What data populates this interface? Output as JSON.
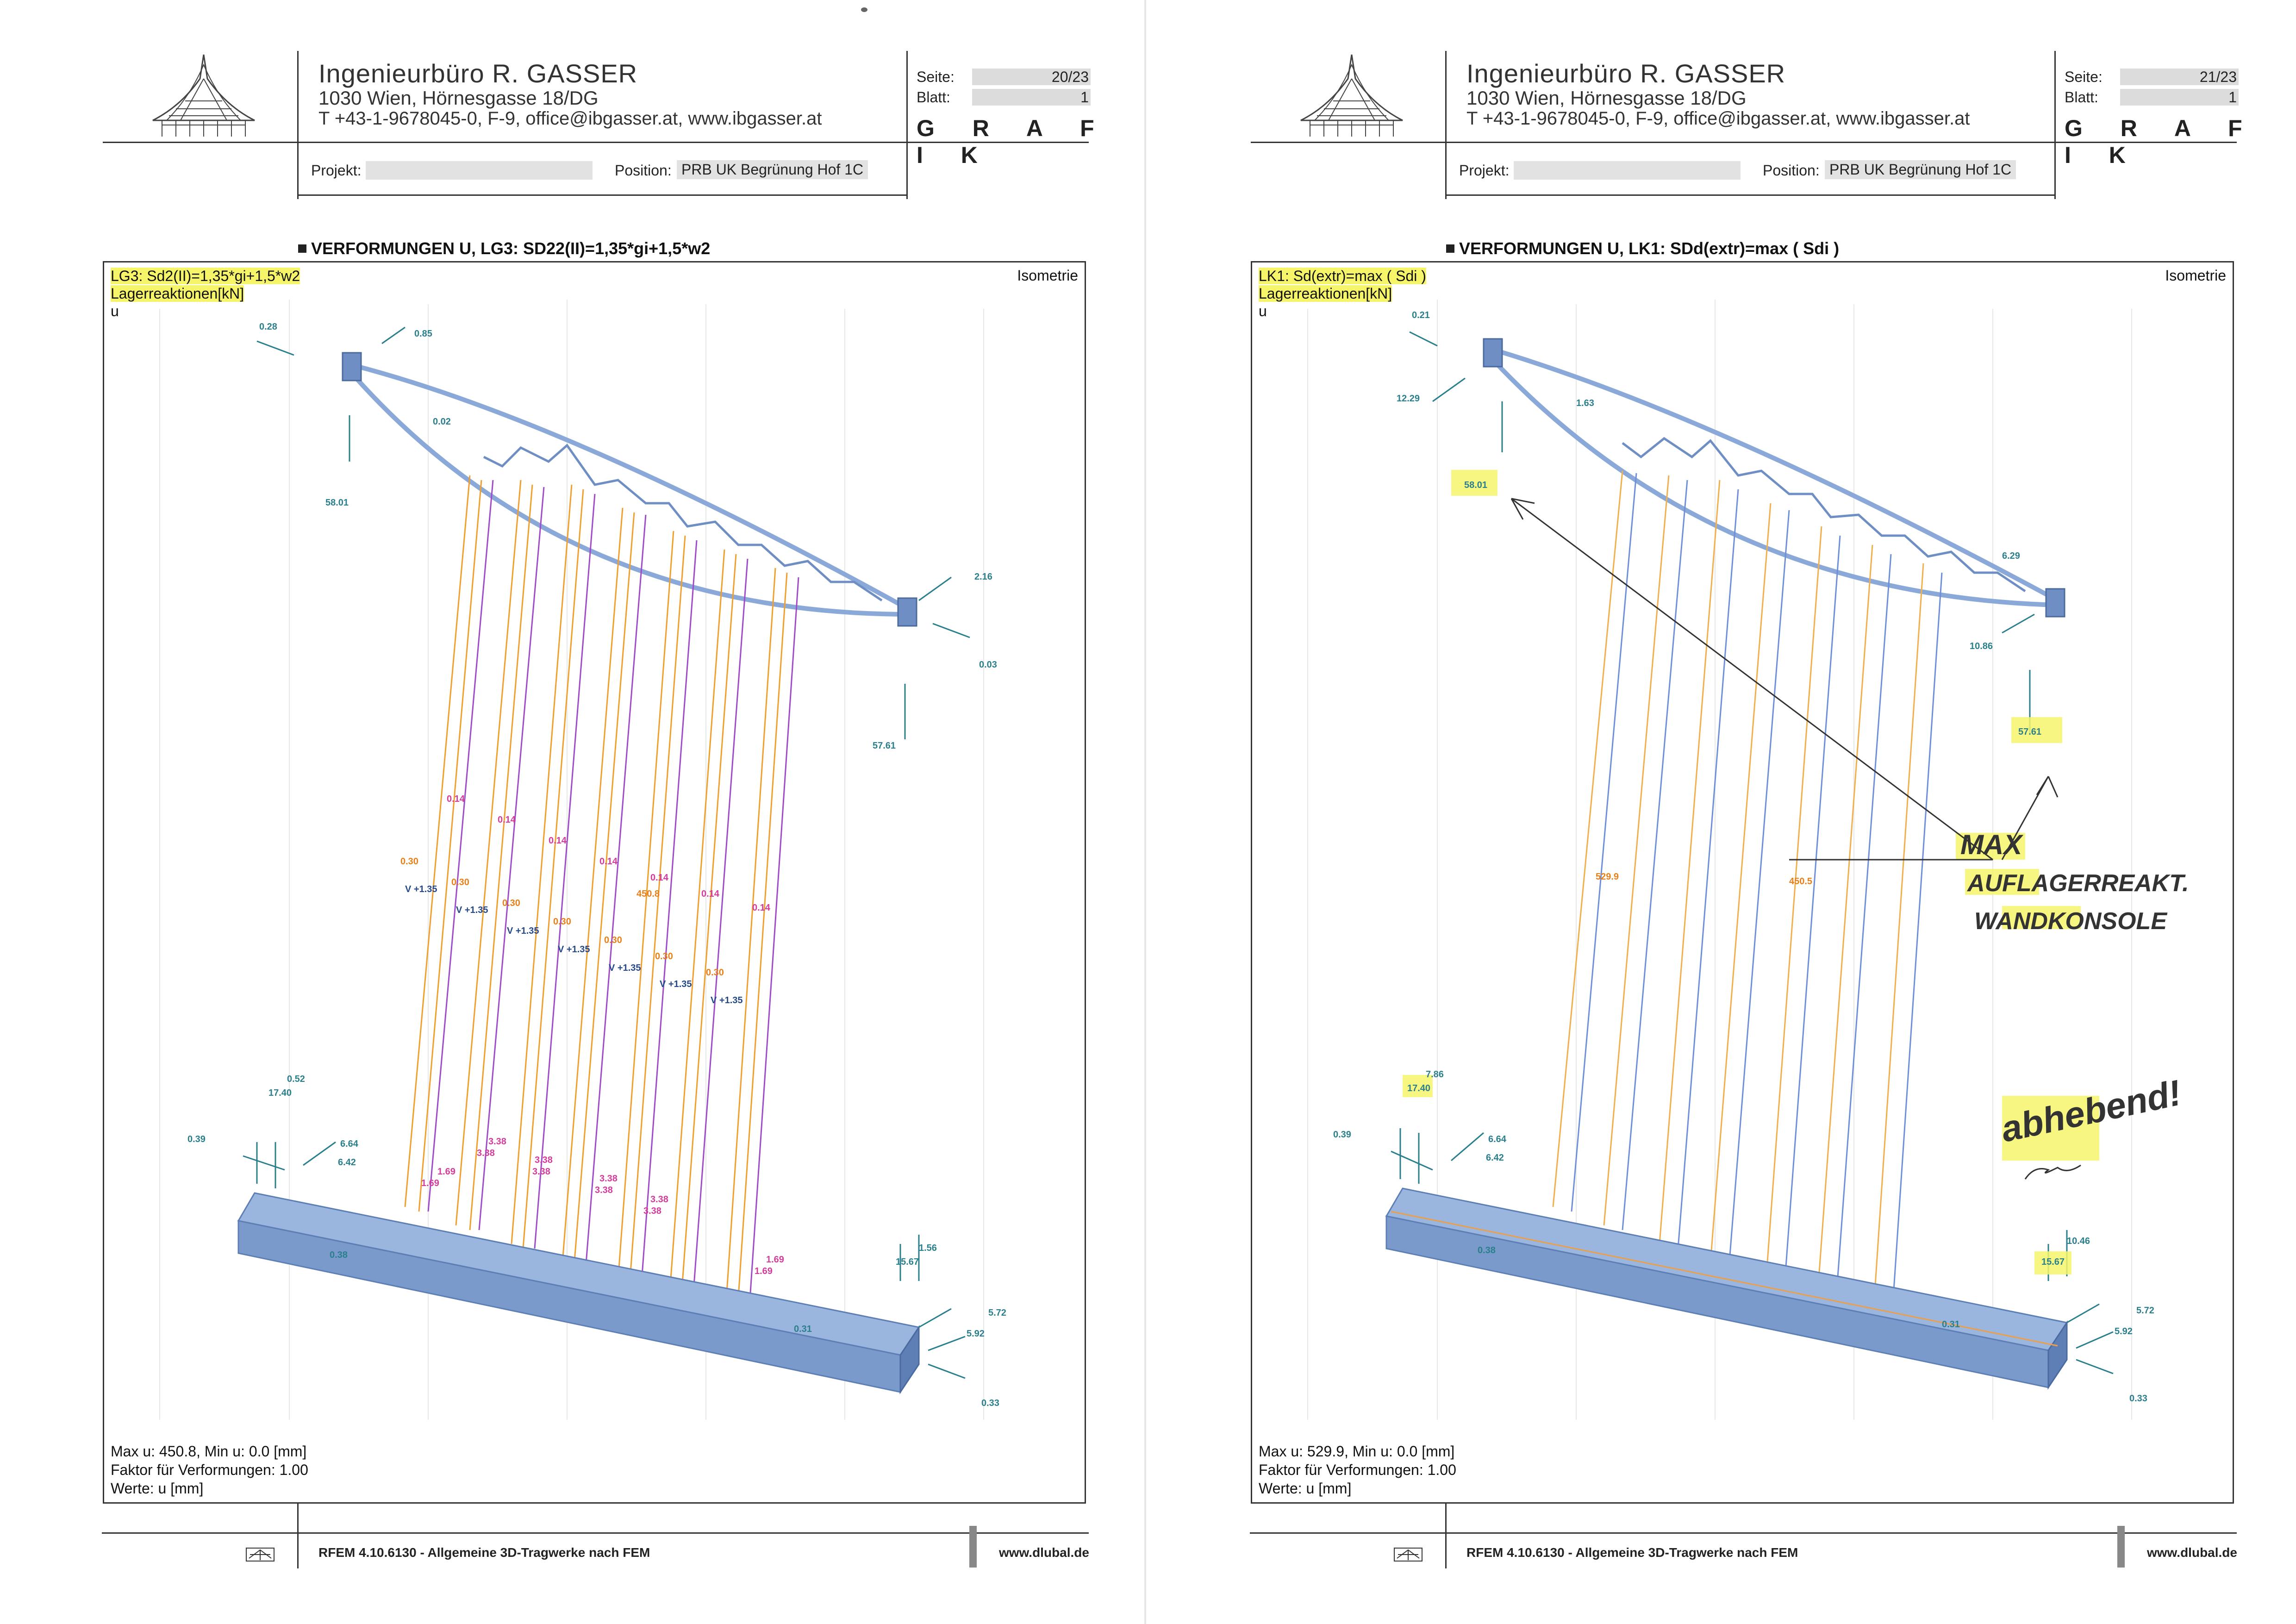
{
  "header": {
    "company_name": "Ingenieurbüro R. GASSER",
    "address": "1030 Wien, Hörnesgasse 18/DG",
    "contact": "T +43-1-9678045-0,  F-9,  office@ibgasser.at,  www.ibgasser.at",
    "seite_label": "Seite:",
    "blatt_label": "Blatt:",
    "grafik_label": "G R A F I K",
    "projekt_label": "Projekt:",
    "position_label": "Position:",
    "position_value": "PRB UK Begrünung Hof 1C"
  },
  "pages": [
    {
      "seite": "20/23",
      "blatt": "1",
      "plot_title": "VERFORMUNGEN U, LG3: SD22(II)=1,35*gi+1,5*w2",
      "legend_case": "LG3: Sd2(II)=1,35*gi+1,5*w2",
      "legend_unit": "Lagerreaktionen[kN]",
      "legend_var": "u",
      "view": "Isometrie",
      "stats": [
        "Max u: 450.8, Min u: 0.0 [mm]",
        "Faktor für Verformungen: 1.00",
        "Werte: u [mm]"
      ],
      "labels": [
        "0.28",
        "0.85",
        "0.02",
        "58.01",
        "2.16",
        "0.03",
        "57.61",
        "0.14",
        "0.14",
        "0.14",
        "0.14",
        "0.14",
        "0.14",
        "0.14",
        "0.30",
        "0.30",
        "0.30",
        "0.30",
        "0.30",
        "0.30",
        "0.30",
        "450.8",
        "V +1.35",
        "V +1.35",
        "V +1.35",
        "V +1.35",
        "V +1.35",
        "V +1.35",
        "V +1.35",
        "0.52",
        "17.40",
        "0.39",
        "6.64",
        "6.42",
        "0.38",
        "3.38",
        "3.38",
        "3.38",
        "3.38",
        "3.38",
        "3.38",
        "3.38",
        "3.38",
        "1.69",
        "1.69",
        "1.69",
        "1.69",
        "1.56",
        "15.67",
        "5.72",
        "5.92",
        "0.31",
        "0.33"
      ]
    },
    {
      "seite": "21/23",
      "blatt": "1",
      "plot_title": "VERFORMUNGEN U, LK1: SDd(extr)=max ( Sdi )",
      "legend_case": "LK1: Sd(extr)=max ( Sdi )",
      "legend_unit": "Lagerreaktionen[kN]",
      "legend_var": "u",
      "view": "Isometrie",
      "stats": [
        "Max u: 529.9, Min u: 0.0 [mm]",
        "Faktor für Verformungen: 1.00",
        "Werte: u [mm]"
      ],
      "labels": [
        "0.21",
        "12.29",
        "1.63",
        "58.01",
        "6.29",
        "10.86",
        "57.61",
        "529.9",
        "450.5",
        "7.86",
        "17.40",
        "0.39",
        "6.64",
        "6.42",
        "0.38",
        "10.46",
        "15.67",
        "5.72",
        "5.92",
        "0.31",
        "0.33"
      ],
      "handwriting": [
        "MAX",
        "AUFLAGERREAKT.",
        "WANDKONSOLE",
        "abhebend!"
      ]
    }
  ],
  "footer": {
    "software": "RFEM 4.10.6130 - Allgemeine 3D-Tragwerke nach FEM",
    "url": "www.dlubal.de"
  },
  "colors": {
    "steel": "#8aa9d8",
    "steel_dark": "#5d7fb6",
    "label_teal": "#2a7f8c",
    "orange": "#f0a030",
    "magenta": "#d43c9c",
    "highlight": "#f6f56a",
    "purple": "#7a4cc0"
  }
}
